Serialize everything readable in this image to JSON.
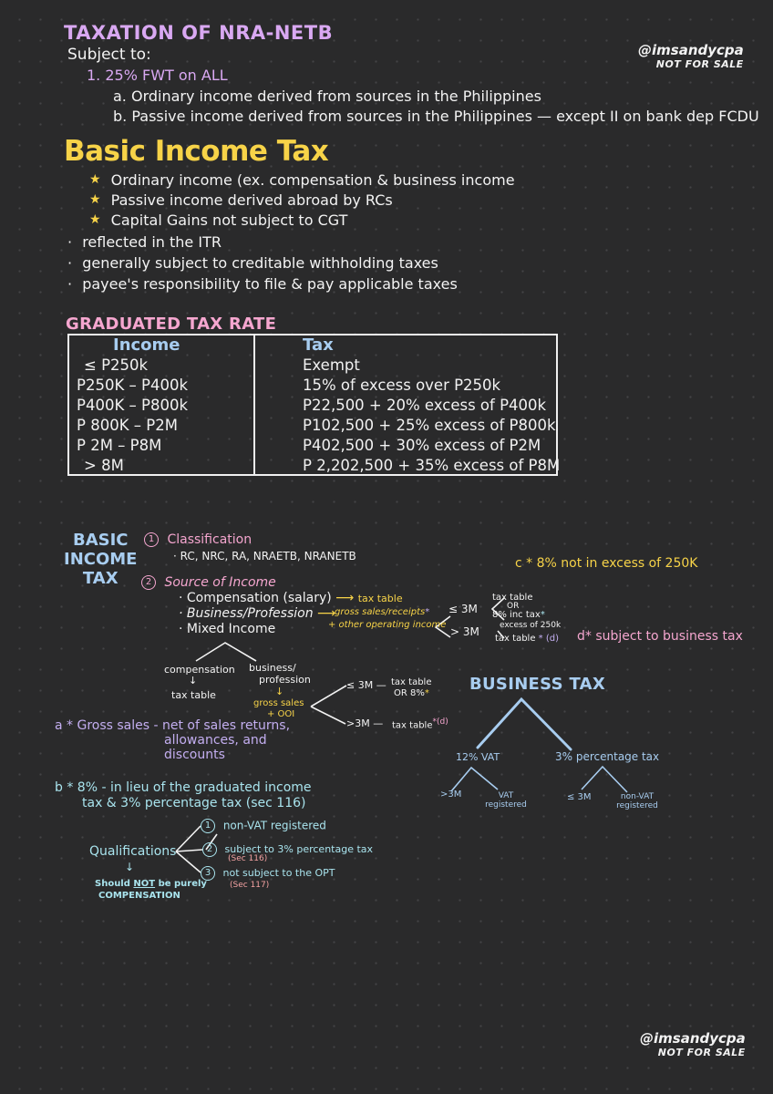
{
  "watermark_top": {
    "handle": "@imsandycpa",
    "note": "NOT FOR SALE"
  },
  "watermark_bottom": {
    "handle": "@imsandycpa",
    "note": "NOT FOR SALE"
  },
  "nra_netb": {
    "title": "TAXATION OF NRA-NETB",
    "subject_to": "Subject to:",
    "item1": "1.  25% FWT on ALL",
    "sub_a": "a. Ordinary income derived from sources in the Philippines",
    "sub_b": "b. Passive income derived from sources in the Philippines — except II on bank dep FCDU"
  },
  "basic_income_tax": {
    "title": "Basic Income Tax",
    "star_items": [
      "Ordinary income (ex. compensation & business income",
      "Passive income derived abroad by RCs",
      "Capital Gains not subject to CGT"
    ],
    "bullets": [
      "reflected in the ITR",
      "generally subject to creditable withholding taxes",
      "payee's responsibility to file & pay applicable taxes"
    ],
    "star_glyph": "★",
    "bullet_glyph": "·"
  },
  "graduated_tax_rate": {
    "title": "GRADUATED TAX RATE",
    "headers": {
      "income": "Income",
      "tax": "Tax"
    },
    "rows": [
      {
        "income": "≤ P250k",
        "tax": "Exempt"
      },
      {
        "income": "P250K – P400k",
        "tax": "15% of excess over P250k"
      },
      {
        "income": "P400K – P800k",
        "tax": "P22,500 + 20% excess of P400k"
      },
      {
        "income": "P 800K – P2M",
        "tax": "P102,500 + 25% excess of P800k"
      },
      {
        "income": "P 2M – P8M",
        "tax": "P402,500 + 30% excess of P2M"
      },
      {
        "income": "> 8M",
        "tax": "P 2,202,500 + 35% excess of P8M"
      }
    ]
  },
  "bit_diagram": {
    "side_title": [
      "BASIC",
      "INCOME",
      "TAX"
    ],
    "classification": {
      "num": "1",
      "label": "Classification",
      "detail": "· RC, NRC, RA, NRAETB, NRANETB"
    },
    "source": {
      "num": "2",
      "label": "Source of Income",
      "compensation": "· Compensation (salary)",
      "compensation_arrow": "⟶",
      "compensation_result": "tax table",
      "business": "· Business/Profession",
      "business_arrow": "⟶",
      "business_result_1": "gross sales/receipts",
      "business_result_2": "+ other operating income",
      "mixed": "· Mixed Income"
    },
    "branch_le3m": "≤ 3M",
    "branch_gt3m": "> 3M",
    "le3m_option1": "tax table",
    "le3m_or": "OR",
    "le3m_option2": "8% inc tax",
    "le3m_option2_note": "excess of 250k",
    "gt3m_result": "tax table",
    "gt3m_mark": "(d)",
    "note_c": "c * 8% not in excess of 250K",
    "note_d": "d* subject to business tax",
    "mixed_tree": {
      "compensation": "compensation",
      "compensation_arrow": "↓",
      "compensation_result": "tax table",
      "business_1": "business/",
      "business_2": "profession",
      "business_arrow": "↓",
      "gross_1": "gross sales",
      "gross_2": "+ OOI",
      "le3m": "≤ 3M —",
      "le3m_result_1": "tax table",
      "le3m_result_2": "OR 8%",
      "gt3m": ">3M —",
      "gt3m_result": "tax table",
      "gt3m_mark": "*(d)"
    },
    "note_a_label": "a *",
    "note_a_1": "Gross sales - net of sales returns,",
    "note_a_2": "allowances, and",
    "note_a_3": "discounts",
    "note_b_label": "b *",
    "note_b_1": "8% - in lieu of the graduated income",
    "note_b_2": "tax & 3% percentage tax (sec 116)"
  },
  "business_tax": {
    "title": "BUSINESS TAX",
    "left": "12% VAT",
    "right": "3% percentage tax",
    "left_children": [
      ">3M",
      "VAT registered"
    ],
    "right_children": [
      "≤ 3M",
      "non-VAT registered"
    ]
  },
  "qualifications": {
    "label": "Qualifications",
    "arrow": "↓",
    "note_1": "Should",
    "note_not": "NOT",
    "note_2": "be purely",
    "note_3": "COMPENSATION",
    "items": [
      {
        "num": "1",
        "text": "non-VAT registered",
        "sec": ""
      },
      {
        "num": "2",
        "text": "subject to 3% percentage tax",
        "sec": "(Sec 116)"
      },
      {
        "num": "3",
        "text": "not subject to the OPT",
        "sec": "(Sec 117)"
      }
    ]
  },
  "colors": {
    "background": "#2a2a2b",
    "violet": "#d9a8f2",
    "yellow": "#f7d348",
    "pink": "#f5a6cf",
    "blue": "#a8cdf0",
    "lavender": "#c3aef0",
    "teal": "#a9e4ee",
    "salmon": "#f4a2a2"
  }
}
